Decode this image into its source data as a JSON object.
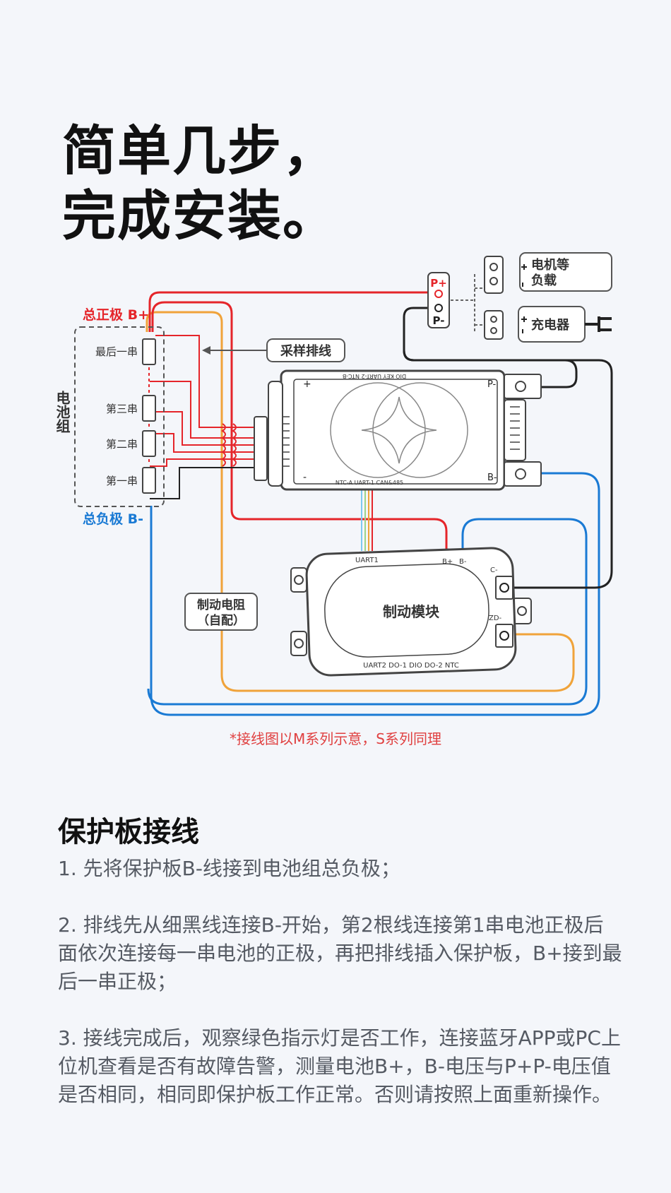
{
  "hero": {
    "line1": "简单几步，",
    "line2": "完成安装。"
  },
  "diagram": {
    "battery_pack_label": "电池组",
    "total_positive": "总正极 B+",
    "total_negative": "总负极 B-",
    "cells": [
      "最后一串",
      "第三串",
      "第二串",
      "第一串"
    ],
    "sampling_cable": "采样排线",
    "p_plus": "P+",
    "p_minus": "P-",
    "load_label_1": "电机等",
    "load_label_2": "负载",
    "charger_label": "充电器",
    "bms_plus": "+",
    "bms_minus": "-",
    "bms_p_minus": "P-",
    "bms_b_minus": "B-",
    "bms_top_ports": "DIO  KEY  UART-2  NTC-B",
    "bms_bottom_ports": "NTC-A   UART-1   CAN&485",
    "brake_resistor_1": "制动电阻",
    "brake_resistor_2": "（自配）",
    "brake_module": "制动模块",
    "module_uart1": "UART1",
    "module_b_plus": "B+",
    "module_b_minus": "B-",
    "module_c_minus": "C-",
    "module_zd_minus": "ZD-",
    "module_bottom_ports": "UART2  DO-1  DIO  DO-2  NTC",
    "colors": {
      "red": "#e5252a",
      "blue": "#1a7ad4",
      "orange": "#f0a33a",
      "black": "#222222",
      "gray": "#555555"
    }
  },
  "note": "*接线图以M系列示意，S系列同理",
  "section": {
    "title": "保护板接线",
    "steps": [
      "1. 先将保护板B-线接到电池组总负极；",
      "2. 排线先从细黑线连接B-开始，第2根线连接第1串电池正极后面依次连接每一串电池的正极，再把排线插入保护板，B+接到最后一串正极；",
      "3. 接线完成后，观察绿色指示灯是否工作，连接蓝牙APP或PC上位机查看是否有故障告警，测量电池B+，B-电压与P+P-电压值是否相同，相同即保护板工作正常。否则请按照上面重新操作。"
    ]
  }
}
